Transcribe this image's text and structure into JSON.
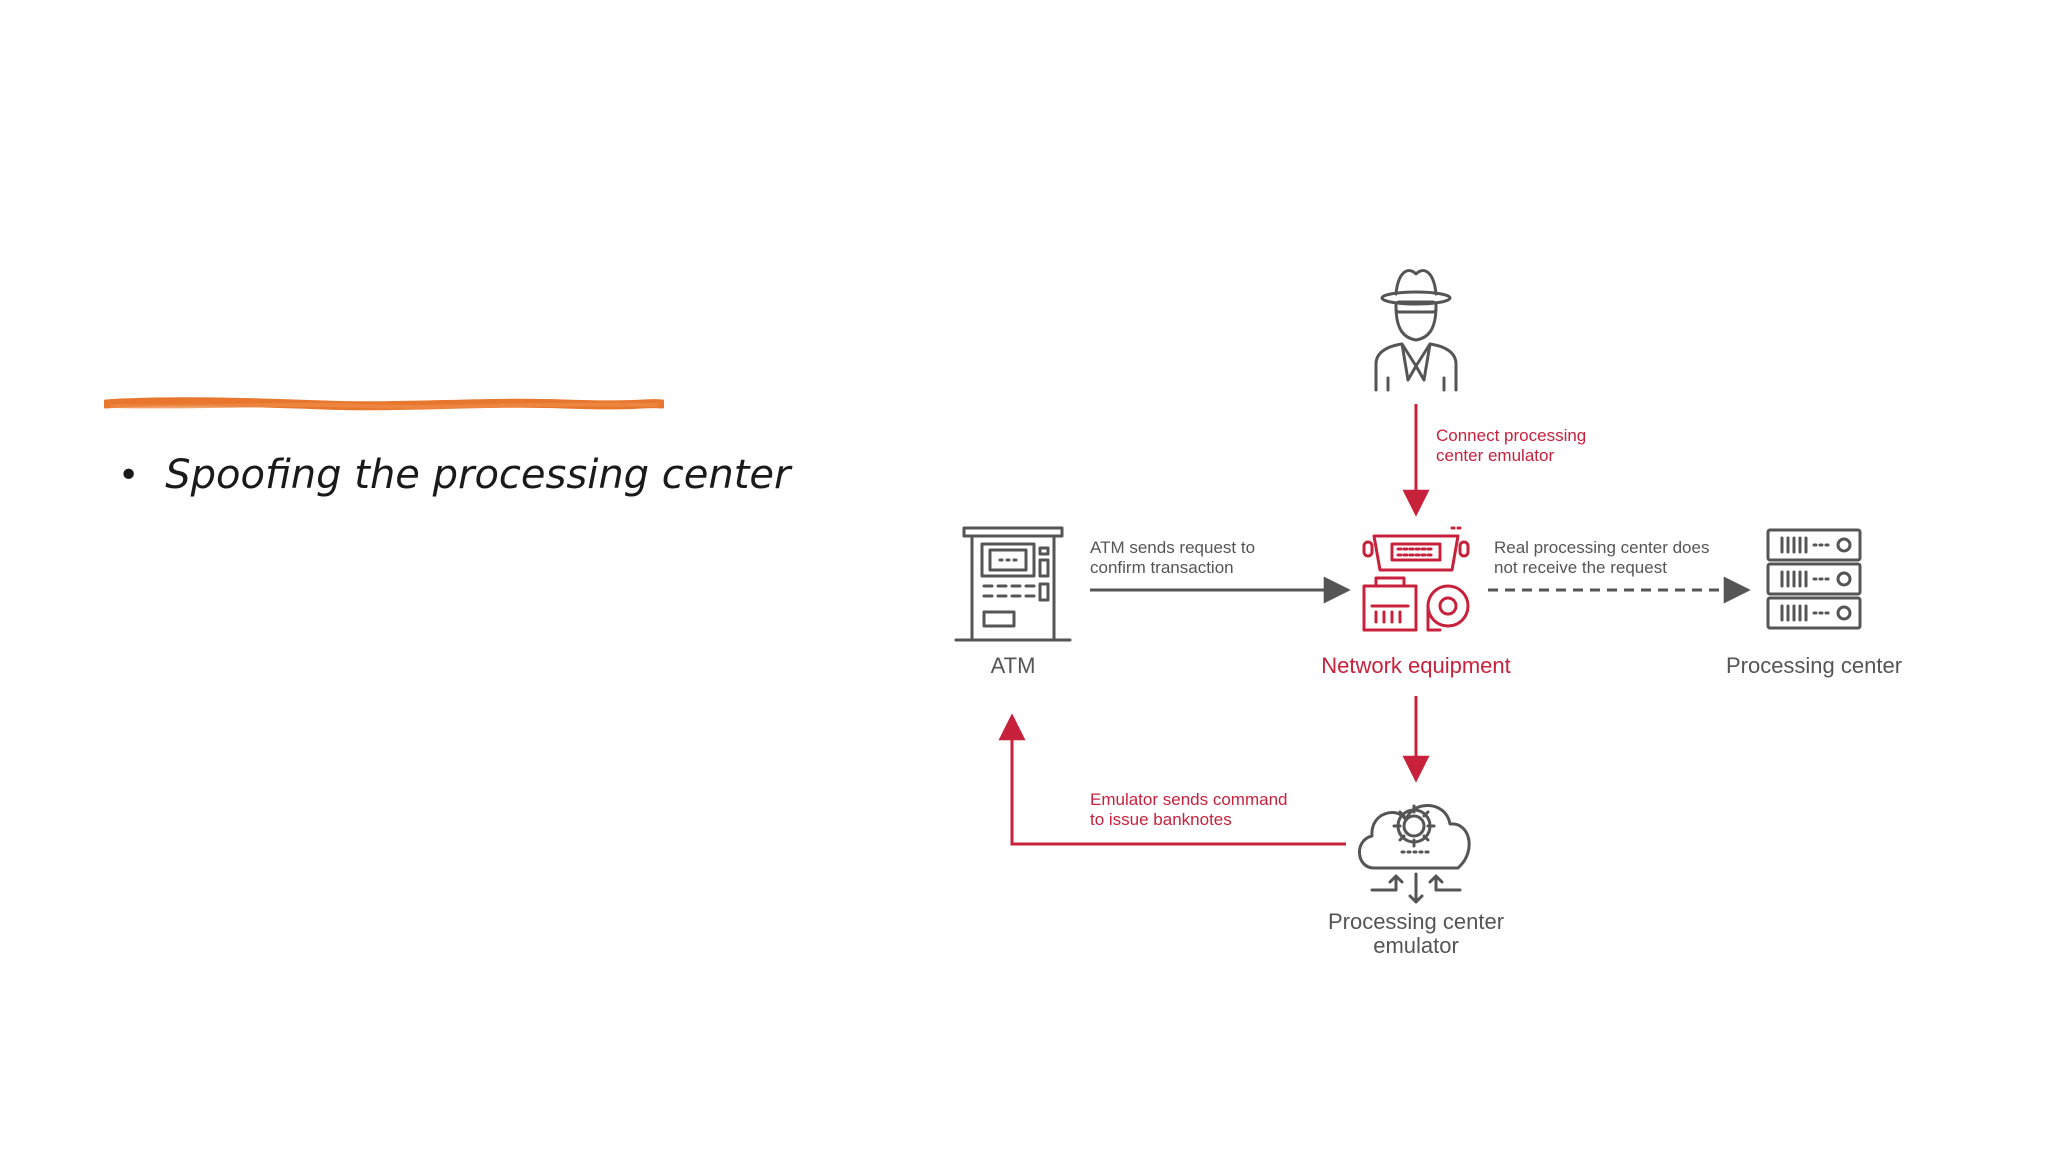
{
  "slide": {
    "bullets": [
      "Spoofing the processing center"
    ],
    "accent_color": "#e8762d"
  },
  "diagram": {
    "colors": {
      "red": "#c8213c",
      "gray": "#555555"
    },
    "nodes": {
      "attacker": {
        "icon": "hacker-icon"
      },
      "atm": {
        "label": "ATM",
        "icon": "atm-icon"
      },
      "network": {
        "label": "Network equipment",
        "icon": "network-equipment-icon"
      },
      "processing": {
        "label": "Processing center",
        "icon": "server-rack-icon"
      },
      "emulator": {
        "label": "Processing center\nemulator",
        "icon": "cloud-gear-icon"
      }
    },
    "edges": {
      "connect": "Connect processing\ncenter emulator",
      "atm_request": "ATM sends request to\nconfirm transaction",
      "not_received": "Real processing center does\nnot receive the request",
      "issue_banknotes": "Emulator sends command\nto issue banknotes"
    }
  }
}
